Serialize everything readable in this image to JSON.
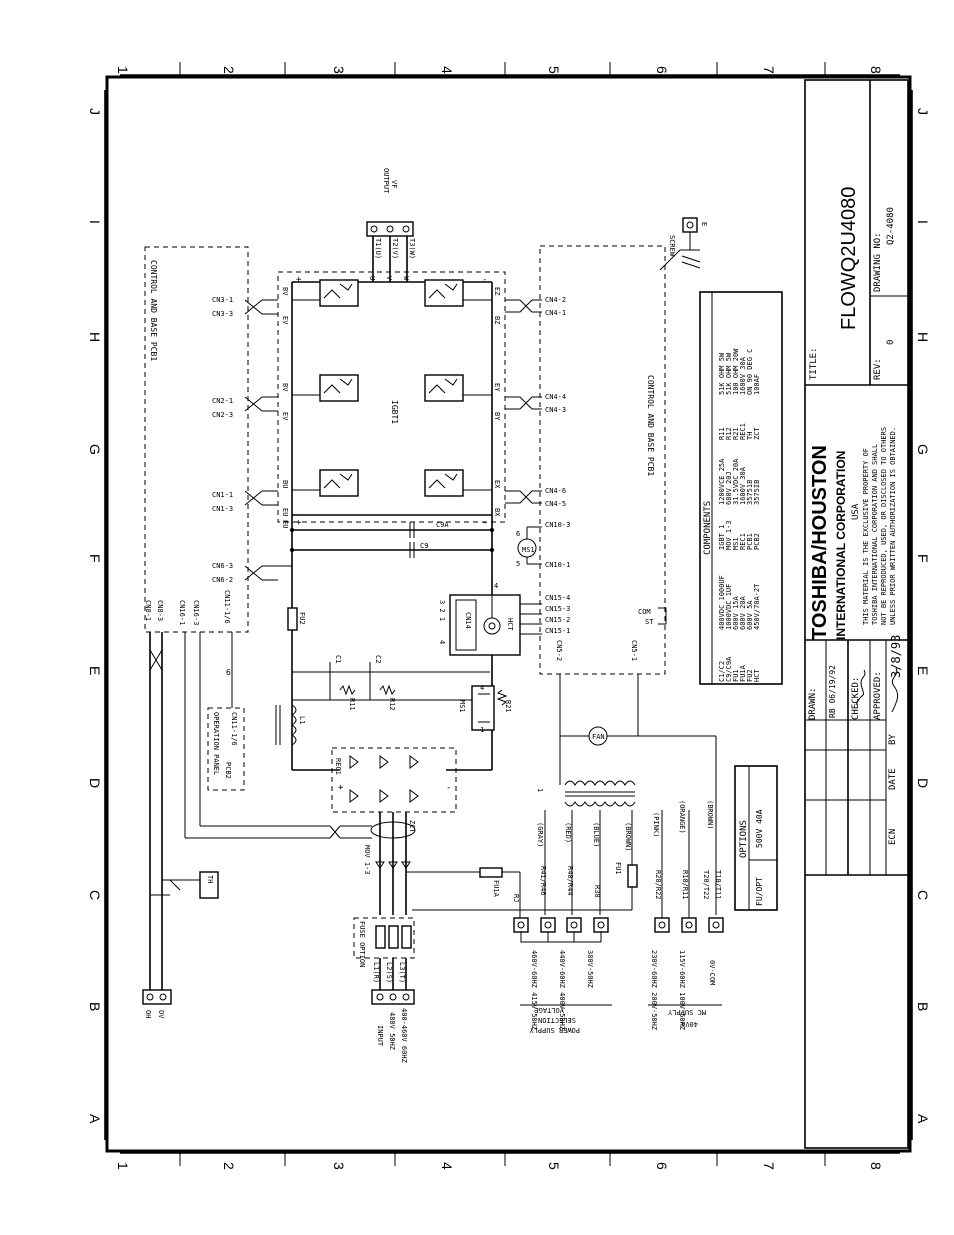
{
  "columns": [
    "1",
    "2",
    "3",
    "4",
    "5",
    "6",
    "7",
    "8"
  ],
  "rows": [
    "A",
    "B",
    "C",
    "D",
    "E",
    "F",
    "G",
    "H",
    "I",
    "J"
  ],
  "title_block": {
    "company_line1": "TOSHIBA/HOUSTON",
    "company_line2": "INTERNATIONAL CORPORATION",
    "company_line3": "USA",
    "notice_line1": "THIS MATERIAL IS THE EXCLUSIVE PROPERTY OF",
    "notice_line2": "TOSHIBA INTERNATIONAL CORPORATION AND SHALL",
    "notice_line3": "NOT BE REPRODUCED, USED, OR DISCLOSED TO OTHERS",
    "notice_line4": "UNLESS PRIOR WRITTEN AUTHORIZATION IS OBTAINED.",
    "title_label": "TITLE:",
    "title_value": "FLOWQ2U4080",
    "rev_label": "REV:",
    "rev_value": "0",
    "drawing_no_label": "DRAWING NO:",
    "drawing_no_value": "Q2-4080",
    "drawn_label": "DRAWN:",
    "drawn_value": "RB 06/19/92",
    "checked_label": "CHECKED:",
    "approved_label": "APPROVED:",
    "approved_value": "3/8/93",
    "ecn_label": "ECN",
    "date_label": "DATE",
    "by_label": "BY"
  },
  "labels": {
    "output": "OUTPUT",
    "vf": "VF",
    "t1": "T1(U)",
    "t2": "T2(V)",
    "t3": "T3(W)",
    "e": "E",
    "screw": "SCREW",
    "pcb_left": "CONTROL AND BASE PCB1",
    "pcb_right": "CONTROL AND BASE PCB1",
    "igbt": "IGBT1",
    "rec1": "REC1",
    "zct": "ZCT",
    "mov": "MOV 1-3",
    "fu1a": "FU1A",
    "fu1": "FU1",
    "fu2": "FU2",
    "l1": "L1",
    "c1": "C1",
    "c2": "C2",
    "r11": "R11",
    "r12": "R12",
    "c9": "C9",
    "c9a": "C9A",
    "ms1": "MS1",
    "ms1_coil": "MS1",
    "r21": "R21",
    "hct": "HCT",
    "cn14": "CN14",
    "fan": "FAN",
    "th": "TH",
    "rj": "RJ",
    "fuse_option": "FUSE OPTION",
    "com": "COM",
    "st": "ST",
    "op_panel": "OPERATION PANEL",
    "pcb2": "PCB2",
    "cn11_16": "CN11-1/6",
    "cn11_16b": "CN11-1/6",
    "oh": "OH",
    "ov": "OV",
    "l1r": "L1(R)",
    "l2s": "L2(S)",
    "l3t": "L3(T)",
    "input": "INPUT",
    "input_v1": "480V 50HZ",
    "input_v2": "400-460V 60HZ",
    "ps_sel1": "VOLTAGE",
    "ps_sel2": "SELECTION",
    "ps_sel3": "POWER SUPPLY",
    "mc1": "40VA",
    "mc2": "MC SUPPLY",
    "ts1": "460V-60HZ 415V-50HZ",
    "ts2": "440V-60HZ 400V-50HZ",
    "ts3": "380V-50HZ",
    "ts4": "230V-60HZ 200V-50HZ",
    "ts5": "115V-60HZ 100V-50HZ",
    "ts6": "0V-COM",
    "r41": "R41/R46",
    "r40": "R40/R44",
    "r38": "R38",
    "r20": "R20/R22",
    "r10": "R10/R11",
    "t20": "T20/T22",
    "t10": "T10/T11",
    "gray": "(GRAY)",
    "red": "(RED)",
    "blue": "(BLUE)",
    "brown1": "(BROWN)",
    "pink": "(PINK)",
    "orange": "(ORANGE)",
    "brown2": "(BROWN)",
    "s_label": "S",
    "t_label": "T",
    "r_label": "R",
    "n1": "1",
    "n2": "2",
    "n3": "3",
    "n4": "4",
    "n5": "5",
    "n6": "6",
    "n4b": "4",
    "n321": "3 2 1",
    "plus": "+",
    "minus": "-"
  },
  "connectors_left": [
    "CN3-1",
    "CN3-3",
    "CN2-1",
    "CN2-3",
    "CN1-1",
    "CN1-3",
    "CN6-3",
    "CN6-2"
  ],
  "connectors_right": [
    "CN4-2",
    "CN4-1",
    "CN4-4",
    "CN4-3",
    "CN4-6",
    "CN4-5",
    "CN10-3",
    "CN10-1",
    "CN15-4",
    "CN15-3",
    "CN15-2",
    "CN15-1"
  ],
  "connectors_bottom": [
    "CN8-1",
    "CN8-3",
    "CN16-1",
    "CN16-3",
    "CN5-2",
    "CN5-1"
  ],
  "gate_labels": [
    "BV",
    "EV",
    "BV",
    "EV",
    "BU",
    "EU",
    "EZ",
    "BZ",
    "EY",
    "BY",
    "EX",
    "BX",
    "EU",
    "U",
    "V",
    "W"
  ],
  "components_table": {
    "title": "COMPONENTS",
    "col1": [
      "C1/C2",
      "C9/C9A",
      "FU1",
      "FU1A",
      "FU2",
      "HCT"
    ],
    "col2": [
      "400VDC 1000UF",
      "1000VDC 1UF",
      "600V 15A",
      "600V 20A",
      "600V 5A",
      "450V/70A-2T"
    ],
    "col3": [
      "IGBT 1",
      "MOV 1-3",
      "MS1",
      "REC1",
      "PCB1",
      "PCB2"
    ],
    "col4": [
      "1200VCE 25A",
      "680V 20J",
      "31.5VDC 20A",
      "1600V 30A",
      "35751B",
      "3575IB"
    ],
    "col5": [
      "R11",
      "R12",
      "R21",
      "REC1",
      "TH",
      "ZCT"
    ],
    "col6": [
      "51K OHM 5W",
      "51K OHM 5W",
      "100 OHM 20W",
      "1600V 30A",
      "ON 90 DEG C",
      "100AF"
    ]
  },
  "options_table": {
    "title": "OPTIONS",
    "item": "FU/OPT",
    "value": "500V 40A"
  },
  "tick_marks": [
    "VF",
    "V",
    "V"
  ]
}
